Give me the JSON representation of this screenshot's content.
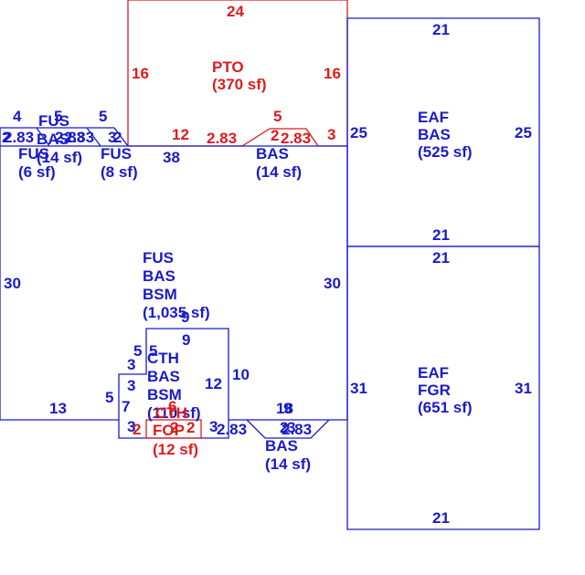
{
  "colors": {
    "blue": "#1a1acc",
    "red": "#dd1c1c",
    "background": "#ffffff"
  },
  "areas": {
    "pto": {
      "l1": "PTO",
      "l2": "(370 sf)"
    },
    "eaf_bas": {
      "l1": "EAF",
      "l2": "BAS",
      "l3": "(525 sf)"
    },
    "eaf_fgr": {
      "l1": "EAF",
      "l2": "FGR",
      "l3": "(651 sf)"
    },
    "main": {
      "l1": "FUS",
      "l2": "BAS",
      "l3": "BSM",
      "l4": "(1,035 sf)"
    },
    "cth": {
      "l1": "CTH",
      "l2": "BAS",
      "l3": "BSM",
      "l4": "(110 sf)"
    },
    "bay_top": {
      "l1": "BAS",
      "l2": "(14 sf)"
    },
    "bay_bottom": {
      "l1": "BAS",
      "l2": "(14 sf)"
    },
    "fop": {
      "l1": "FOP",
      "l2": "(12 sf)",
      "over": "CTH"
    },
    "fus_8": {
      "l1": "FUS",
      "l2": "(8 sf)"
    },
    "fus_6": {
      "l1": "FUS",
      "l2": "(6 sf)"
    },
    "fus_bas_14": {
      "l1": "FUS",
      "l2": "BAS",
      "l3": "(14 sf)"
    }
  },
  "dims": {
    "pto_top": "24",
    "pto_left": "16",
    "pto_right": "16",
    "pto_bottom": "12",
    "pto_bay_top": "5",
    "pto_bay_left": "2.83",
    "pto_bay_right": "2.83",
    "pto_bay_mid": "2",
    "pto_bay_3": "3",
    "eaf_bas_top": "21",
    "eaf_bas_bottom": "21",
    "eaf_bas_left": "25",
    "eaf_bas_right": "25",
    "eaf_fgr_top": "21",
    "eaf_fgr_bottom": "21",
    "eaf_fgr_left": "31",
    "eaf_fgr_right": "31",
    "main_left": "30",
    "main_right": "30",
    "main_top": "38",
    "main_bottom": "13",
    "main_bottom_right": "18",
    "main_bottom_right2": "9",
    "cth_top": "9",
    "cth_top2": "9",
    "cth_right": "12",
    "cth_right2": "10",
    "cth_notch_5": "5",
    "cth_notch_3a": "3",
    "cth_notch_5b": "5",
    "cth_notch_3b": "3",
    "cth_left_5": "5",
    "cth_left_7": "7",
    "cth_left_3": "3",
    "cth_bottom_3": "3",
    "fop_2a": "2",
    "fop_6": "6",
    "fop_2b": "2",
    "fop_2c": "2",
    "bay_bottom_left": "2.83",
    "bay_bottom_right": "2.83",
    "bay_bottom_2": "2",
    "bay_bottom_3": "3",
    "ul_4": "4",
    "ul_5a": "5",
    "ul_5b": "5",
    "ul_2a": "2",
    "ul_2b": "2",
    "ul_283a": "2.83",
    "ul_283b": "2.83",
    "ul_283c": "2.83",
    "ul_3": "3"
  }
}
